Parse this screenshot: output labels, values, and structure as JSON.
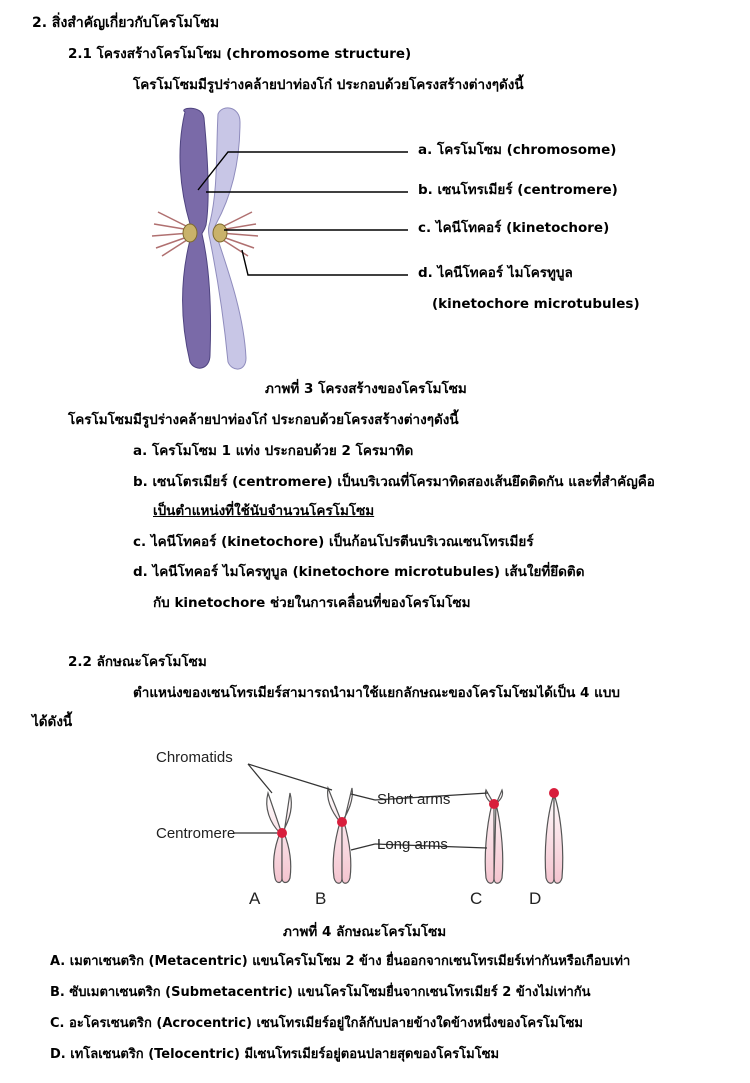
{
  "section2": {
    "heading": "2. สิ่งสำคัญเกี่ยวกับโครโมโซม",
    "sub21": "2.1 โครงสร้างโครโมโซม (chromosome structure)",
    "intro": "โครโมโซมมีรูปร่างคล้ายปาท่องโก๋ ประกอบด้วยโครงสร้างต่างๆดังนี้"
  },
  "figure3": {
    "labels": [
      "a. โครโมโซม (chromosome)",
      "b. เซนโทรเมียร์ (centromere)",
      "c. ไคนีโทคอร์ (kinetochore)",
      "d. ไคนีโทคอร์ ไมโครทูบูล"
    ],
    "label_d_sub": "(kinetochore microtubules)",
    "caption": "ภาพที่ 3 โครงสร้างของโครโมโซม",
    "colors": {
      "dark_chromatid": "#7a6aa8",
      "light_chromatid": "#c8c6e6",
      "kinetochore": "#c9b26a"
    }
  },
  "structure_list": {
    "intro": "โครโมโซมมีรูปร่างคล้ายปาท่องโก๋ ประกอบด้วยโครงสร้างต่างๆดังนี้",
    "a": "a. โครโมโซม 1 แท่ง ประกอบด้วย 2 โครมาทิด",
    "b1": "b. เซนโตรเมียร์ (centromere) เป็นบริเวณที่โครมาทิดสองเส้นยึดติดกัน และที่สำคัญคือ",
    "b2": "เป็นตำแหน่งที่ใช้นับจำนวนโครโมโซม",
    "c": "c. ไคนีโทคอร์ (kinetochore) เป็นก้อนโปรตีนบริเวณเซนโทรเมียร์",
    "d1": "d. ไคนีโทคอร์ ไมโครทูบูล (kinetochore microtubules) เส้นใยที่ยึดติด",
    "d2": "กับ kinetochore ช่วยในการเคลื่อนที่ของโครโมโซม"
  },
  "section22": {
    "heading": "2.2 ลักษณะโครโมโซม",
    "intro1": "ตำแหน่งของเซนโทรเมียร์สามารถนำมาใช้แยกลักษณะของโครโมโซมได้เป็น 4 แบบ",
    "intro2": "ได้ดังนี้"
  },
  "figure4": {
    "chromatids_label": "Chromatids",
    "centromere_label": "Centromere",
    "short_arms_label": "Short arms",
    "long_arms_label": "Long arms",
    "letters": [
      "A",
      "B",
      "C",
      "D"
    ],
    "caption": "ภาพที่ 4 ลักษณะโครโมโซม",
    "colors": {
      "chromosome_fill": "#f4c4cf",
      "centromere_dot": "#d81e3c"
    }
  },
  "types": {
    "a": "A. เมตาเซนตริก (Metacentric) แขนโครโมโซม 2 ข้าง ยื่นออกจากเซนโทรเมียร์เท่ากันหรือเกือบเท่า",
    "b": "B. ซับเมตาเซนตริก (Submetacentric) แขนโครโมโซมยื่นจากเซนโทรเมียร์ 2 ข้างไม่เท่ากัน",
    "c": "C. อะโครเซนตริก (Acrocentric) เซนโทรเมียร์อยู่ใกล้กับปลายข้างใดข้างหนึ่งของโครโมโซม",
    "d": "D. เทโลเซนตริก (Telocentric) มีเซนโทรเมียร์อยู่ตอนปลายสุดของโครโมโซม"
  }
}
